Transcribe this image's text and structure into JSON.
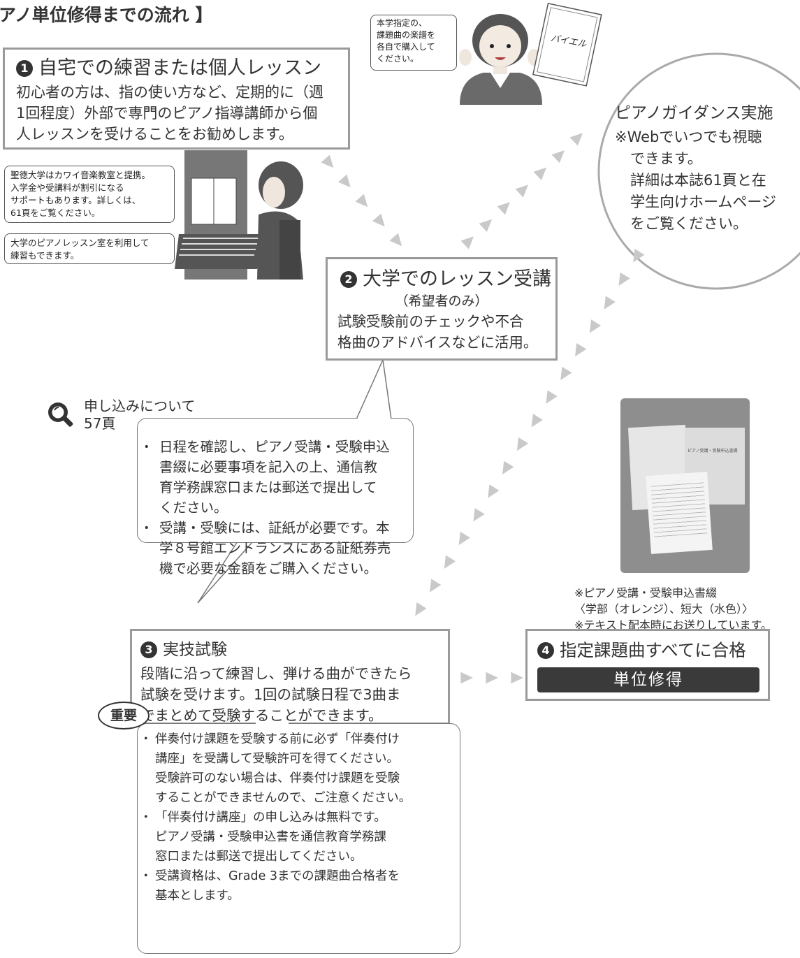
{
  "page_title": "アノ単位修得までの流れ 】",
  "buy_bubble": [
    "本学指定の、",
    "課題曲の楽譜を",
    "各自で購入して",
    "ください。"
  ],
  "book_label": "バイエル",
  "step1": {
    "num": "1",
    "title": "自宅での練習または個人レッスン",
    "lines": [
      "初心者の方は、指の使い方など、定期的に（週",
      "1回程度）外部で専門のピアノ指導講師から個",
      "人レッスンを受けることをお勧めします。"
    ]
  },
  "kawai_bubble": [
    "聖徳大学はカワイ音楽教室と提携。",
    "入学金や受講料が割引になる",
    "サポートもあります。詳しくは、",
    "61頁をご覧ください。"
  ],
  "room_bubble": [
    "大学のピアノレッスン室を利用して",
    "練習もできます。"
  ],
  "guidance": {
    "title": "ピアノガイダンス実施",
    "lines": [
      "※Webでいつでも視聴",
      "できます。",
      "詳細は本誌61頁と在",
      "学生向けホームページ",
      "をご覧ください。"
    ]
  },
  "step2": {
    "num": "2",
    "title": "大学でのレッスン受講",
    "subtitle": "（希望者のみ）",
    "lines": [
      "試験受験前のチェックや不合",
      "格曲のアドバイスなどに活用。"
    ]
  },
  "apply_ref": {
    "label": "申し込みについて",
    "page": "57頁"
  },
  "apply_bubble": {
    "items": [
      [
        "日程を確認し、ピアノ受講・受験申込",
        "書綴に必要事項を記入の上、通信教",
        "育学務課窓口または郵送で提出して",
        "ください。"
      ],
      [
        "受講・受験には、証紙が必要です。本",
        "学８号館エントランスにある証紙券売",
        "機で必要な金額をご購入ください。"
      ]
    ]
  },
  "photo_caption": [
    "※ピアノ受講・受験申込書綴",
    "〈学部（オレンジ）、短大（水色）〉",
    "※テキスト配本時にお送りしています。"
  ],
  "step3": {
    "num": "3",
    "title": "実技試験",
    "lines": [
      "段階に沿って練習し、弾ける曲ができたら",
      "試験を受けます。1回の試験日程で3曲ま",
      "でまとめて受験することができます。"
    ]
  },
  "step4": {
    "num": "4",
    "title": "指定課題曲すべてに合格",
    "result": "単位修得"
  },
  "important_label": "重要",
  "important_bubble": {
    "items": [
      [
        "伴奏付け課題を受験する前に必ず「伴奏付け",
        "講座」を受講して受験許可を得てください。",
        "受験許可のない場合は、伴奏付け課題を受験",
        "することができませんので、ご注意ください。"
      ],
      [
        "「伴奏付け講座」の申し込みは無料です。",
        "ピアノ受講・受験申込書を通信教育学務課",
        "窓口または郵送で提出してください。"
      ],
      [
        "受講資格は、Grade 3までの課題曲合格者を",
        "基本とします。"
      ]
    ]
  },
  "photo_doc_label": "ピアノ受講・受験申込書綴",
  "colors": {
    "arrow": "#c9c9c9",
    "border": "#9a9a9a",
    "dark": "#333333"
  }
}
